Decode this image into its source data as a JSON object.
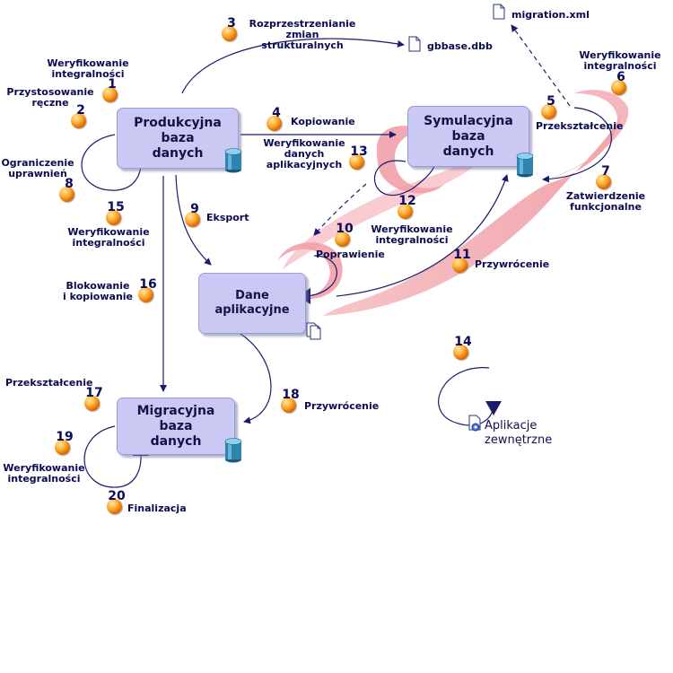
{
  "boxes": {
    "produkcyjna": "Produkcyjna\nbaza\ndanych",
    "symulacyjna": "Symulacyjna\nbaza\ndanych",
    "dane": "Dane\naplikacyjne",
    "migracyjna": "Migracyjna\nbaza\ndanych"
  },
  "files": {
    "migration": "migration.xml",
    "gbbase": "gbbase.dbb",
    "aplikacje": "Aplikacje\nzewnętrzne"
  },
  "steps": [
    {
      "n": "1",
      "label": "Weryfikowanie\nintegralności"
    },
    {
      "n": "2",
      "label": "Przystosowanie\nręczne"
    },
    {
      "n": "3",
      "label": "Rozprzestrzenianie\nzmian\nstrukturalnych"
    },
    {
      "n": "4",
      "label": "Kopiowanie"
    },
    {
      "n": "5",
      "label": "Przekształcenie"
    },
    {
      "n": "6",
      "label": "Weryfikowanie\nintegralności"
    },
    {
      "n": "7",
      "label": "Zatwierdzenie\nfunkcjonalne"
    },
    {
      "n": "8",
      "label": "Ograniczenie\nuprawnień"
    },
    {
      "n": "9",
      "label": "Eksport"
    },
    {
      "n": "10",
      "label": "Poprawienie"
    },
    {
      "n": "11",
      "label": "Przywrócenie"
    },
    {
      "n": "12",
      "label": "Weryfikowanie\nintegralności"
    },
    {
      "n": "13",
      "label": "Weryfikowanie\ndanych\naplikacyjnych"
    },
    {
      "n": "14",
      "label": ""
    },
    {
      "n": "15",
      "label": "Weryfikowanie\nintegralności"
    },
    {
      "n": "16",
      "label": "Blokowanie\ni kopiowanie"
    },
    {
      "n": "17",
      "label": "Przekształcenie"
    },
    {
      "n": "18",
      "label": "Przywrócenie"
    },
    {
      "n": "19",
      "label": "Weryfikowanie\nintegralności"
    },
    {
      "n": "20",
      "label": "Finalizacja"
    }
  ],
  "colors": {
    "box_fill": "#c9c9f3",
    "arrow": "#1a1a6e",
    "band": "#f4b6bc",
    "ball": "#ff9f1c",
    "text": "#0a0a50"
  },
  "icons": [
    "document-icon",
    "database-cylinder-icon",
    "copy-documents-icon",
    "gear-document-icon",
    "step-ball-icon"
  ]
}
